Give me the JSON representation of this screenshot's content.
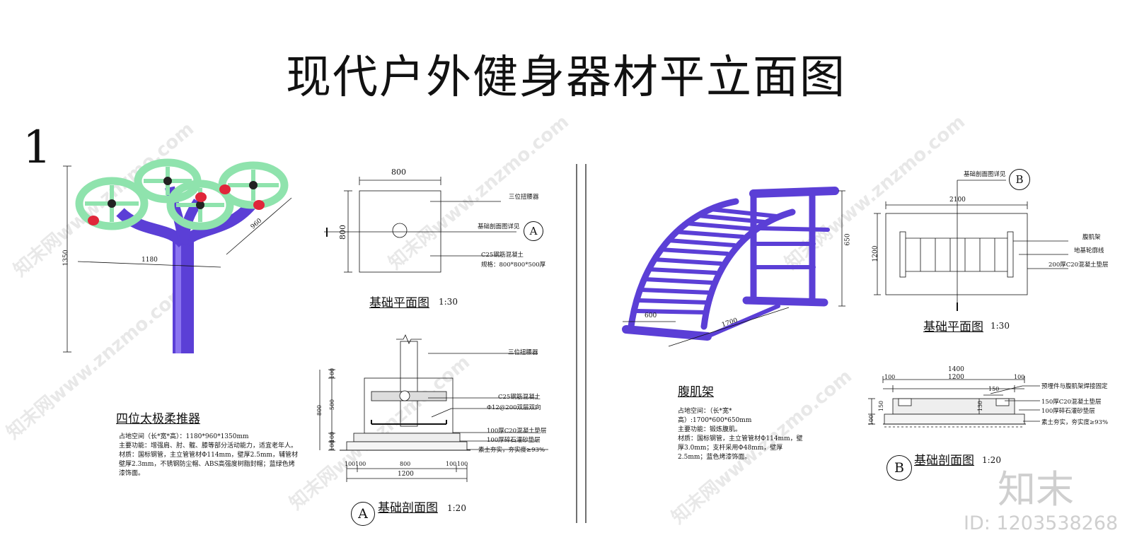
{
  "title": "现代户外健身器材平立面图",
  "sheet_number": "1",
  "left": {
    "name": "四位太极柔推器",
    "description": "占地空间（长*宽*高）：1180*960*1350mm\n主要功能：增强肩、肘、髋、膝等部分活动能力，适宜老年人。\n材质：国标钢管，主立管管材Φ114mm，壁厚2.5mm，辅管材壁厚2.3mm，不锈钢防尘帽、ABS高强度树脂封帽；蓝绿色烤漆饰面。",
    "dims": {
      "height": "1350",
      "width": "1180",
      "depth": "960"
    },
    "plan": {
      "title": "基础平面图",
      "scale": "1:30",
      "width": "800",
      "height": "800",
      "labels": [
        "三位扭腰器",
        "基础剖面图详见",
        "C25钢筋混凝土",
        "规格：800*800*500厚"
      ],
      "callout": "A",
      "section_mark": "I"
    },
    "section": {
      "title": "基础剖面图",
      "scale": "1:20",
      "callout": "A",
      "labels": [
        "三位扭腰器",
        "C25钢筋混凝土",
        "Φ12@200双层双向",
        "100厚C20混凝土垫层",
        "100厚碎石灌砂垫层",
        "素土夯实，夯实度≥93%"
      ],
      "vdims": [
        "100",
        "500",
        "100",
        "100",
        "800"
      ],
      "hdims": [
        "100",
        "100",
        "800",
        "100",
        "100",
        "1200"
      ]
    }
  },
  "right": {
    "name": "腹肌架",
    "description": "占地空间：（长*宽*高）:1700*600*650mm\n主要功能：锻炼腹肌。\n材质：国标钢管，主立管管材Φ114mm，壁厚3.0mm；支杆采用Φ48mm，壁厚2.5mm；蓝色烤漆饰面。",
    "dims": {
      "height": "650",
      "width": "600",
      "length": "1700"
    },
    "plan": {
      "title": "基础平面图",
      "scale": "1:30",
      "width": "2100",
      "height": "1200",
      "labels": [
        "基础剖面图详见",
        "腹肌架",
        "地基轮廓线",
        "200厚C20混凝土垫层"
      ],
      "callout": "B"
    },
    "section": {
      "title": "基础剖面图",
      "scale": "1:20",
      "callout": "B",
      "labels": [
        "预埋件与腹肌架焊接固定",
        "150厚C20混凝土垫层",
        "100厚碎石灌砂垫层",
        "素土夯实，夯实度≥93%"
      ],
      "hdims": [
        "1400",
        "100",
        "1200",
        "100",
        "150"
      ],
      "vdims": [
        "100",
        "150",
        "130"
      ]
    }
  },
  "watermark_text": "知末网www.znzmo.com",
  "logo_text": "知末",
  "image_id": "ID: 1203538268",
  "colors": {
    "frame_purple": "#5b3fd6",
    "wheel_green": "#8fe3ad",
    "handle_red": "#e0263a",
    "line": "#111111"
  }
}
